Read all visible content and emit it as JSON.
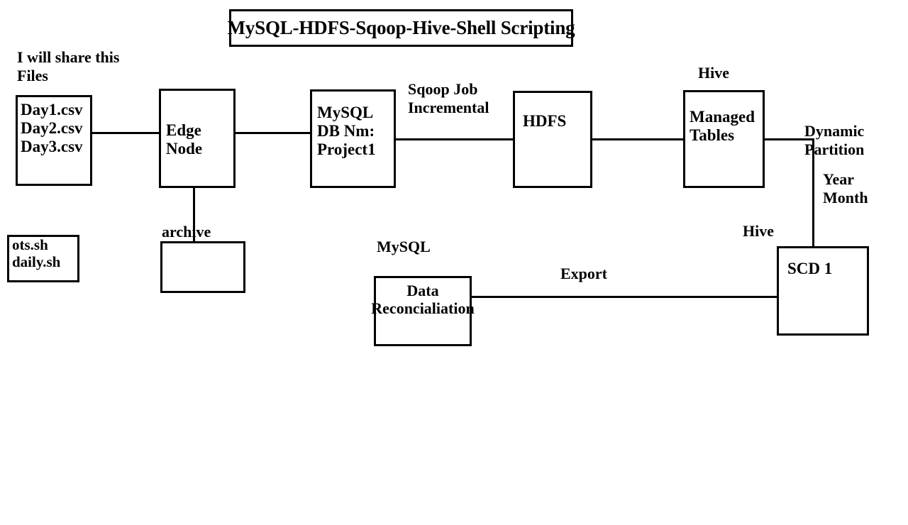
{
  "diagram": {
    "title": "MySQL-HDFS-Sqoop-Hive-Shell Scripting",
    "notes": {
      "share_files_line1": "I will share this",
      "share_files_line2": "Files"
    },
    "nodes": {
      "source_files": {
        "line1": "Day1.csv",
        "line2": "Day2.csv",
        "line3": "Day3.csv"
      },
      "shell_scripts": {
        "line1": "ots.sh",
        "line2": "daily.sh"
      },
      "edge_node": {
        "line1": "Edge",
        "line2": "Node"
      },
      "archive": {
        "label": "archive"
      },
      "mysql_db": {
        "line1": "MySQL",
        "line2": "DB Nm:",
        "line3": "Project1"
      },
      "hdfs": {
        "label": "HDFS"
      },
      "hive_managed": {
        "tech_label": "Hive",
        "line1": "Managed",
        "line2": "Tables"
      },
      "scd1": {
        "tech_label": "Hive",
        "label": "SCD 1"
      },
      "data_reconciliation": {
        "tech_label": "MySQL",
        "line1": "Data",
        "line2": "Reconcialiation"
      }
    },
    "edge_labels": {
      "sqoop_line1": "Sqoop Job",
      "sqoop_line2": "Incremental",
      "dynamic_partition_line1": "Dynamic",
      "dynamic_partition_line2": "Partition",
      "partition_cols_line1": "Year",
      "partition_cols_line2": "Month",
      "export": "Export"
    },
    "colors": {
      "stroke": "#000000",
      "fill": "#ffffff",
      "text": "#000000"
    }
  }
}
